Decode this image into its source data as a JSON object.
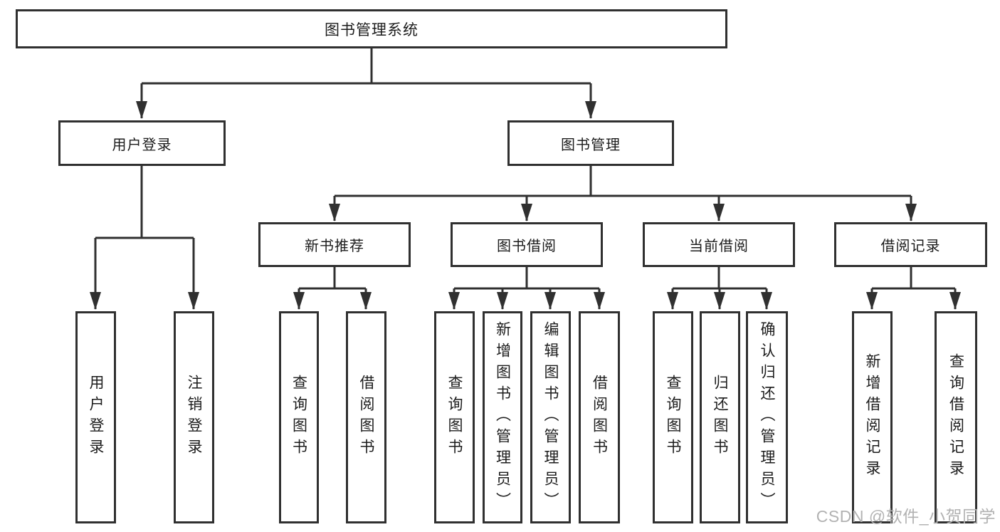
{
  "diagram": {
    "title": "图书管理系统",
    "colors": {
      "line": "#303030",
      "box_border": "#303030",
      "box_fill": "#ffffff",
      "text": "#1c1c1c",
      "watermark": "#b2b2b2",
      "background": "#ffffff"
    }
  },
  "tree": {
    "label": "图书管理系统",
    "children": [
      {
        "label": "用户登录",
        "children": [
          {
            "label": "用户登录"
          },
          {
            "label": "注销登录"
          }
        ]
      },
      {
        "label": "图书管理",
        "children": [
          {
            "label": "新书推荐",
            "children": [
              {
                "label": "查询图书"
              },
              {
                "label": "借阅图书"
              }
            ]
          },
          {
            "label": "图书借阅",
            "children": [
              {
                "label": "查询图书"
              },
              {
                "label": "新增图书（管理员）"
              },
              {
                "label": "编辑图书（管理员）"
              },
              {
                "label": "借阅图书"
              }
            ]
          },
          {
            "label": "当前借阅",
            "children": [
              {
                "label": "查询图书"
              },
              {
                "label": "归还图书"
              },
              {
                "label": "确认归还（管理员）"
              }
            ]
          },
          {
            "label": "借阅记录",
            "children": [
              {
                "label": "新增借阅记录"
              },
              {
                "label": "查询借阅记录"
              }
            ]
          }
        ]
      }
    ]
  },
  "watermark": {
    "text": "CSDN @软件_小贺同学"
  }
}
